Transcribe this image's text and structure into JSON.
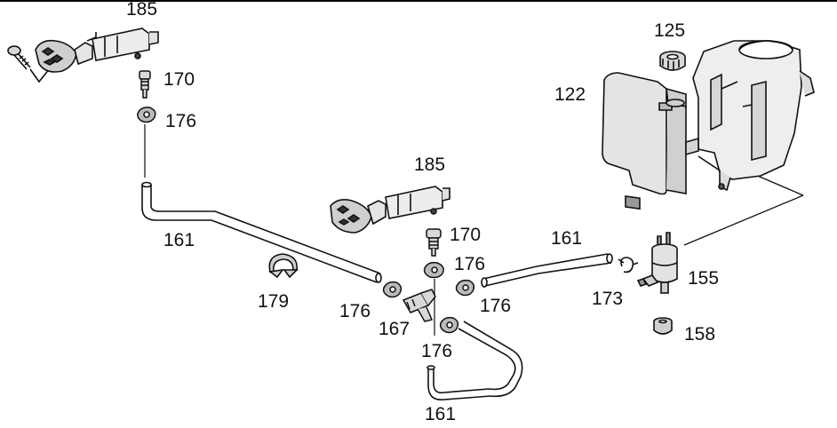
{
  "diagram": {
    "callouts": {
      "c185_top": "185",
      "c170_top": "170",
      "c176_top": "176",
      "c161_left": "161",
      "c179": "179",
      "c176_a": "176",
      "c167": "167",
      "c176_b": "176",
      "c185_mid": "185",
      "c170_mid": "170",
      "c176_c": "176",
      "c176_d": "176",
      "c161_right": "161",
      "c161_bottom": "161",
      "c125": "125",
      "c122": "122",
      "c155": "155",
      "c173": "173",
      "c158": "158"
    }
  }
}
